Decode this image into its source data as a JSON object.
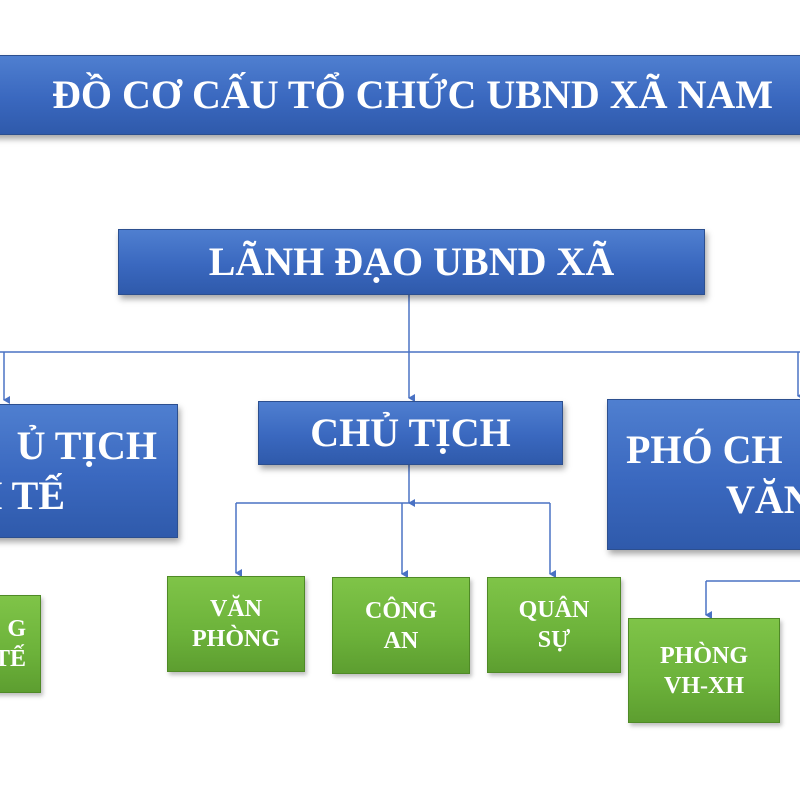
{
  "diagram": {
    "title": "ĐỒ CƠ CẤU TỔ CHỨC UBND XÃ NAM",
    "leadership": "LÃNH ĐẠO UBND XÃ",
    "chairman": "CHỦ TỊCH",
    "vice_left": {
      "line1": "Ủ TỊCH",
      "line2": "H TẾ"
    },
    "vice_right": {
      "line1": "PHÓ CH",
      "line2": "VĂN"
    },
    "left_unit": {
      "line1": "G",
      "line2": "TẾ"
    },
    "office": {
      "line1": "VĂN",
      "line2": "PHÒNG"
    },
    "police": {
      "line1": "CÔNG",
      "line2": "AN"
    },
    "military": {
      "line1": "QUÂN",
      "line2": "SỰ"
    },
    "culture_room": {
      "line1": "PHÒNG",
      "line2": "VH-XH"
    }
  },
  "colors": {
    "blue_box": "#3a68bf",
    "green_box": "#6cb23a",
    "connector": "#4a72c4",
    "text": "#ffffff"
  }
}
